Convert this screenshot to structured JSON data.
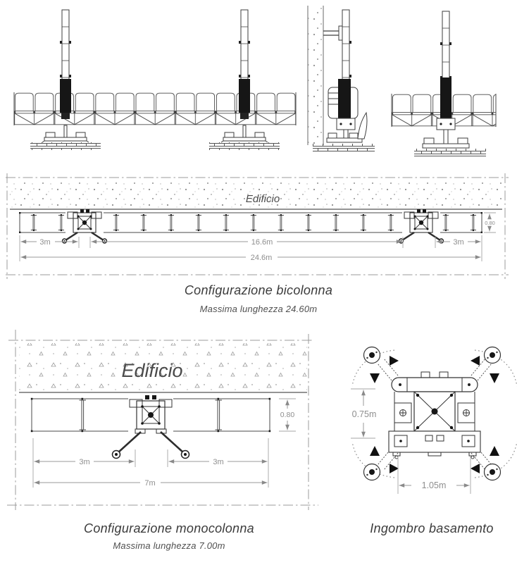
{
  "bicolonna_plan": {
    "building_label": "Edificio",
    "dim_left": "3m",
    "dim_center": "16.6m",
    "dim_right": "3m",
    "dim_total": "24.6m",
    "dim_depth": "0.80",
    "caption": "Configurazione bicolonna",
    "subcaption": "Massima lunghezza 24.60m"
  },
  "monocolonna_plan": {
    "building_label": "Edificio",
    "dim_left": "3m",
    "dim_right": "3m",
    "dim_total": "7m",
    "dim_depth": "0.80",
    "caption": "Configurazione monocolonna",
    "subcaption": "Massima lunghezza 7.00m"
  },
  "base_plan": {
    "dim_height": "0.75m",
    "dim_width": "1.05m",
    "caption": "Ingombro basamento"
  },
  "colors": {
    "line": "#3c3c3c",
    "dimension": "#8e8e8e",
    "caption": "#3b3b3b"
  }
}
